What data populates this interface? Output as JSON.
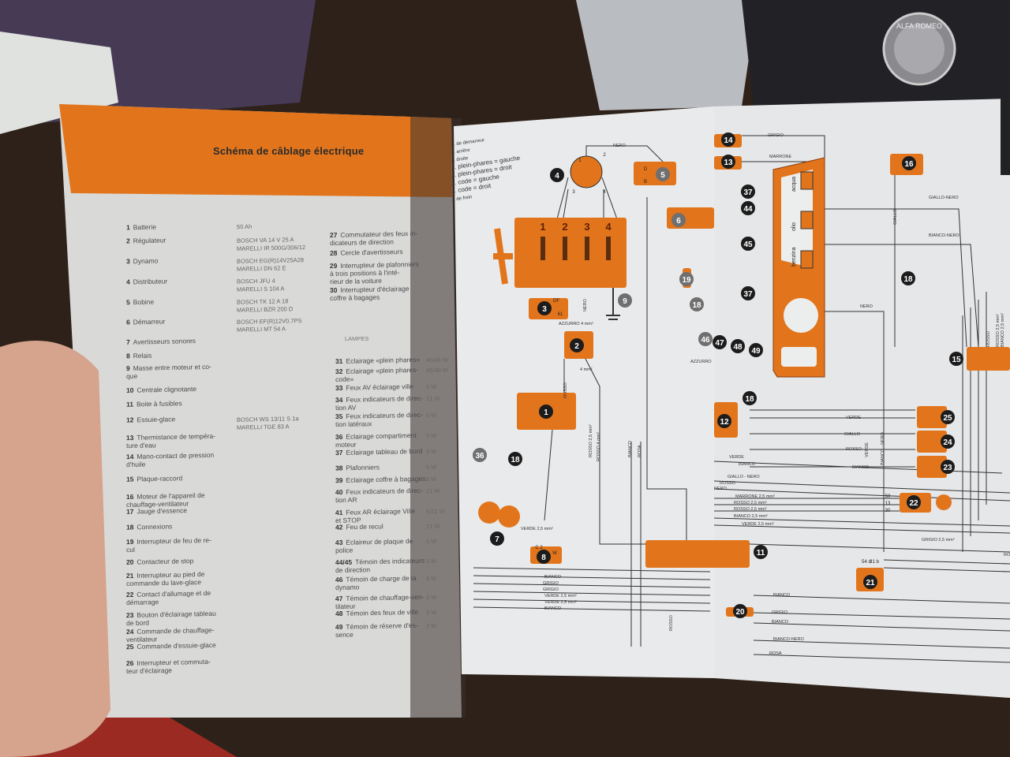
{
  "left_page": {
    "title": "Schéma de câblage électrique",
    "items": [
      {
        "num": "1",
        "label": "Batterie",
        "spec": [
          "50 Ah"
        ]
      },
      {
        "num": "2",
        "label": "Régulateur",
        "spec": [
          "BOSCH VA 14 V 25 A",
          "MARELLI IR 500G/306/12"
        ]
      },
      {
        "num": "3",
        "label": "Dynamo",
        "spec": [
          "BOSCH EG(R)14V25A28",
          "MARELLI DN 62 E"
        ]
      },
      {
        "num": "4",
        "label": "Distributeur",
        "spec": [
          "BOSCH JFU 4",
          "MARELLI S 104 A"
        ]
      },
      {
        "num": "5",
        "label": "Bobine",
        "spec": [
          "BOSCH TK 12 A 18",
          "MARELLI BZR 200 D"
        ]
      },
      {
        "num": "6",
        "label": "Démarreur",
        "spec": [
          "BOSCH EF(R)12V0.7PS",
          "MARELLI MT 54 A"
        ]
      },
      {
        "num": "7",
        "label": "Avertisseurs sonores",
        "spec": []
      },
      {
        "num": "8",
        "label": "Relais",
        "spec": []
      },
      {
        "num": "9",
        "label": "Masse entre moteur et co-|que",
        "spec": []
      },
      {
        "num": "10",
        "label": "Centrale clignotante",
        "spec": []
      },
      {
        "num": "11",
        "label": "Boite à fusibles",
        "spec": []
      },
      {
        "num": "12",
        "label": "Essuie-glace",
        "spec": [
          "BOSCH WS 13/11 S 1a",
          "MARELLI TGE 83 A"
        ]
      },
      {
        "num": "13",
        "label": "Thermistance de tempéra-|ture d'eau",
        "spec": []
      },
      {
        "num": "14",
        "label": "Mano-contact de pression|d'huile",
        "spec": []
      },
      {
        "num": "15",
        "label": "Plaque-raccord",
        "spec": []
      },
      {
        "num": "16",
        "label": "Moteur de l'appareil de|chauffage-ventilateur",
        "spec": []
      },
      {
        "num": "17",
        "label": "Jauge d'essence",
        "spec": []
      },
      {
        "num": "18",
        "label": "Connexions",
        "spec": []
      },
      {
        "num": "19",
        "label": "Interrupteur de feu de re-|cul",
        "spec": []
      },
      {
        "num": "20",
        "label": "Contacteur de stop",
        "spec": []
      },
      {
        "num": "21",
        "label": "Interrupteur au pied de|commande du lave-glace",
        "spec": []
      },
      {
        "num": "22",
        "label": "Contact d'allumage et de|démarrage",
        "spec": []
      },
      {
        "num": "23",
        "label": "Bouton d'éclairage tableau|de bord",
        "spec": []
      },
      {
        "num": "24",
        "label": "Commande de chauffage-|ventilateur",
        "spec": []
      },
      {
        "num": "25",
        "label": "Commande d'essuie-glace",
        "spec": []
      },
      {
        "num": "26",
        "label": "Interrupteur et commuta-|teur d'éclairage",
        "spec": []
      }
    ],
    "items_right": [
      {
        "num": "27",
        "label": "Commutateur des feux in-|dicateurs de direction",
        "spec": []
      },
      {
        "num": "28",
        "label": "Cercle d'avertisseurs",
        "spec": []
      },
      {
        "num": "29",
        "label": "Interrupteur de plafonniers|à trois positions à l'inté-|rieur de la voiture",
        "spec": []
      },
      {
        "num": "30",
        "label": "Interrupteur d'éclairage|coffre à bagages",
        "spec": []
      }
    ],
    "lampes_heading": "LAMPES",
    "lampes": [
      {
        "num": "31",
        "label": "Eclairage «plein phares»",
        "spec": [
          "40/45 W"
        ]
      },
      {
        "num": "32",
        "label": "Eclairage «plein phares-|code»",
        "spec": [
          "45/40 W"
        ]
      },
      {
        "num": "33",
        "label": "Feux AV éclairage ville",
        "spec": [
          "5 W"
        ]
      },
      {
        "num": "34",
        "label": "Feux indicateurs de direc-|tion AV",
        "spec": [
          "21 W"
        ]
      },
      {
        "num": "35",
        "label": "Feux indicateurs de direc-|tion latéraux",
        "spec": [
          "5 W"
        ]
      },
      {
        "num": "36",
        "label": "Eclairage compartiment|moteur",
        "spec": [
          "5 W"
        ]
      },
      {
        "num": "37",
        "label": "Eclairage tableau de bord",
        "spec": [
          "3 W"
        ]
      },
      {
        "num": "38",
        "label": "Plafonniers",
        "spec": [
          "5 W"
        ]
      },
      {
        "num": "39",
        "label": "Eclairage coffre à bagages",
        "spec": [
          "5 W"
        ]
      },
      {
        "num": "40",
        "label": "Feux indicateurs de direc-|tion AR",
        "spec": [
          "21 W"
        ]
      },
      {
        "num": "41",
        "label": "Feux AR éclairage Ville|et STOP",
        "spec": [
          "5/21 W"
        ]
      },
      {
        "num": "42",
        "label": "Feu de recul",
        "spec": [
          "21 W"
        ]
      },
      {
        "num": "43",
        "label": "Eclaireur de plaque de|police",
        "spec": [
          "5 W"
        ]
      },
      {
        "num": "44/45",
        "label": "Témoin des indicateurs|de direction",
        "spec": [
          "3 W"
        ]
      },
      {
        "num": "46",
        "label": "Témoin de charge de la|dynamo",
        "spec": [
          "3 W"
        ]
      },
      {
        "num": "47",
        "label": "Témoin de chauffage-ven-|tilateur",
        "spec": [
          "3 W"
        ]
      },
      {
        "num": "48",
        "label": "Témoin des feux de ville",
        "spec": [
          "3 W"
        ]
      },
      {
        "num": "49",
        "label": "Témoin de réserve d'es-|sence",
        "spec": [
          "3 W"
        ]
      }
    ]
  },
  "diagram": {
    "legend_fragments": [
      "... de démarreur",
      "... arrière",
      "... droite",
      "... plein-phares = gauche",
      "... plein-phares = droit",
      "... code = gauche",
      "... code = droit",
      "... de frein"
    ],
    "component_numbers": [
      "4",
      "5",
      "6",
      "3",
      "2",
      "9",
      "19",
      "18",
      "46",
      "47",
      "48",
      "49",
      "1",
      "36",
      "18",
      "7",
      "8",
      "11",
      "12",
      "18",
      "14",
      "13",
      "16",
      "37",
      "44",
      "45",
      "18",
      "37",
      "15",
      "25",
      "24",
      "23",
      "22",
      "21",
      "20"
    ],
    "gauge_labels": [
      "acqua",
      "olio",
      "benzina"
    ],
    "terminal_labels": [
      "1",
      "2",
      "3",
      "4",
      "1",
      "2",
      "3",
      "4",
      "D",
      "B",
      "DF",
      "61",
      "50",
      "13",
      "30",
      "54 d",
      "31 b",
      "C 2",
      "W"
    ],
    "wire_labels": [
      "NERO",
      "GRIGIO",
      "MARRONE",
      "GIALLO-NERO",
      "GIALLO",
      "BIANCO-NERO",
      "NERO",
      "AZZURRO 4 mm²",
      "NERO",
      "ROSSO",
      "4 mm²",
      "ROSSO 2,5 mm²",
      "ROSSO 4 mm²",
      "BIANCO",
      "ROSA",
      "VERDE 2,5 mm²",
      "BIANCO",
      "GRIGIO",
      "GRIGIO",
      "VERDE 2,5 mm²",
      "VERDE 2,5 mm²",
      "BIANCO",
      "ROSSO",
      "ROSSO",
      "VERDE",
      "GIALLO",
      "ROSSO",
      "BIANCO",
      "VERDE",
      "BIANCO - NERO",
      "VERDE",
      "BIANCO",
      "GIALLO - NERO",
      "ROSSO",
      "NERO",
      "MARRONE 2,5 mm²",
      "ROSSO 2,5 mm²",
      "ROSSO 2,5 mm²",
      "BIANCO 2,5 mm²",
      "VERDE 2,5 mm²",
      "GRIGIO 2,5 mm²",
      "BIANCO",
      "GRIGIO",
      "BIANCO",
      "BIANCO-NERO",
      "ROSA",
      "ROSSO",
      "ROSSO 2,5 mm²",
      "BIANCO 2,5 mm²",
      "AZZURRO"
    ]
  },
  "background": {
    "emblem_text": "ALFA ROMEO"
  },
  "colors": {
    "orange": "#e2751c",
    "page": "#dcdcda",
    "badge": "#1c1c1c",
    "wood": "#2e2119"
  }
}
